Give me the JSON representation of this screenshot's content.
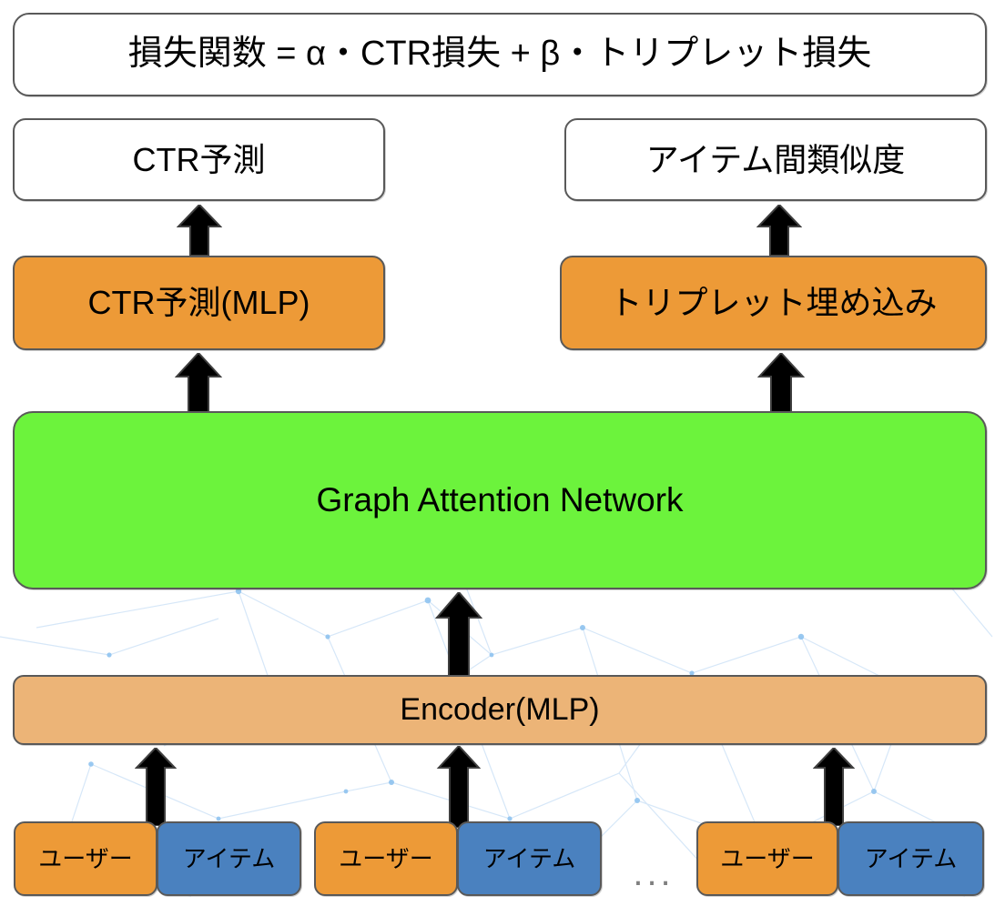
{
  "diagram": {
    "title_box": {
      "label": "損失関数 = α・CTR損失 + β・トリプレット損失",
      "fill": "#ffffff"
    },
    "outputs": [
      {
        "label": "CTR予測",
        "fill": "#ffffff"
      },
      {
        "label": "アイテム間類似度",
        "fill": "#ffffff"
      }
    ],
    "heads": [
      {
        "label": "CTR予測(MLP)",
        "fill": "#ed9a37"
      },
      {
        "label": "トリプレット埋め込み",
        "fill": "#ed9a37"
      }
    ],
    "backbone": {
      "label": "Graph Attention Network",
      "fill": "#6cf33c"
    },
    "encoder": {
      "label": "Encoder(MLP)",
      "fill": "#ecb477"
    },
    "input_pairs": [
      {
        "user_label": "ユーザー",
        "item_label": "アイテム"
      },
      {
        "user_label": "ユーザー",
        "item_label": "アイテム"
      },
      {
        "user_label": "ユーザー",
        "item_label": "アイテム"
      }
    ],
    "ellipsis": "...",
    "colors": {
      "user_fill": "#ed9a37",
      "item_fill": "#4a81bf",
      "border": "#595959",
      "arrow": "#000000",
      "background": "#ffffff",
      "background_network": "#bdd7ee"
    },
    "arrows": [
      {
        "name": "ctr-mlp-to-ctr-pred"
      },
      {
        "name": "triplet-emb-to-item-sim"
      },
      {
        "name": "gat-to-ctr-mlp"
      },
      {
        "name": "gat-to-triplet-emb"
      },
      {
        "name": "encoder-to-gat"
      },
      {
        "name": "pair1-to-encoder"
      },
      {
        "name": "pair2-to-encoder"
      },
      {
        "name": "pair3-to-encoder"
      }
    ]
  }
}
